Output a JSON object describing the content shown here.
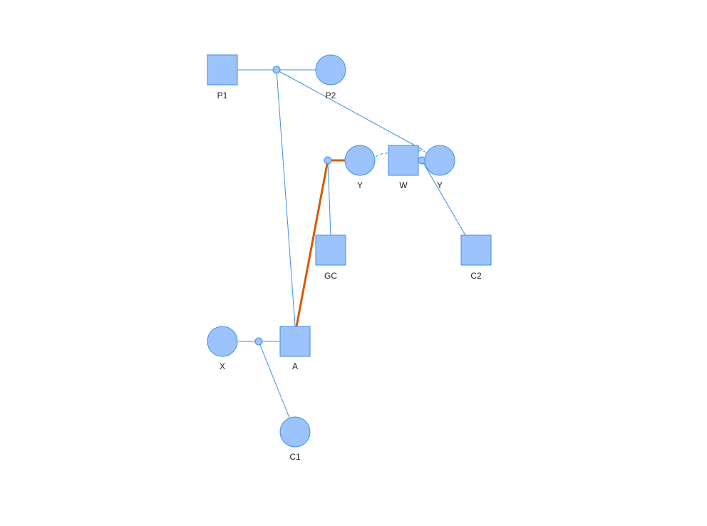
{
  "diagram": {
    "nodes": {
      "p1": "P1",
      "p2": "P2",
      "y_left": "Y",
      "w": "W",
      "y_right": "Y",
      "gc": "GC",
      "c2": "C2",
      "x": "X",
      "a": "A",
      "c1": "C1"
    }
  },
  "colors": {
    "node_fill": "#9cc3fb",
    "node_stroke": "#3c8ee6",
    "highlight_edge": "#d35c06"
  }
}
